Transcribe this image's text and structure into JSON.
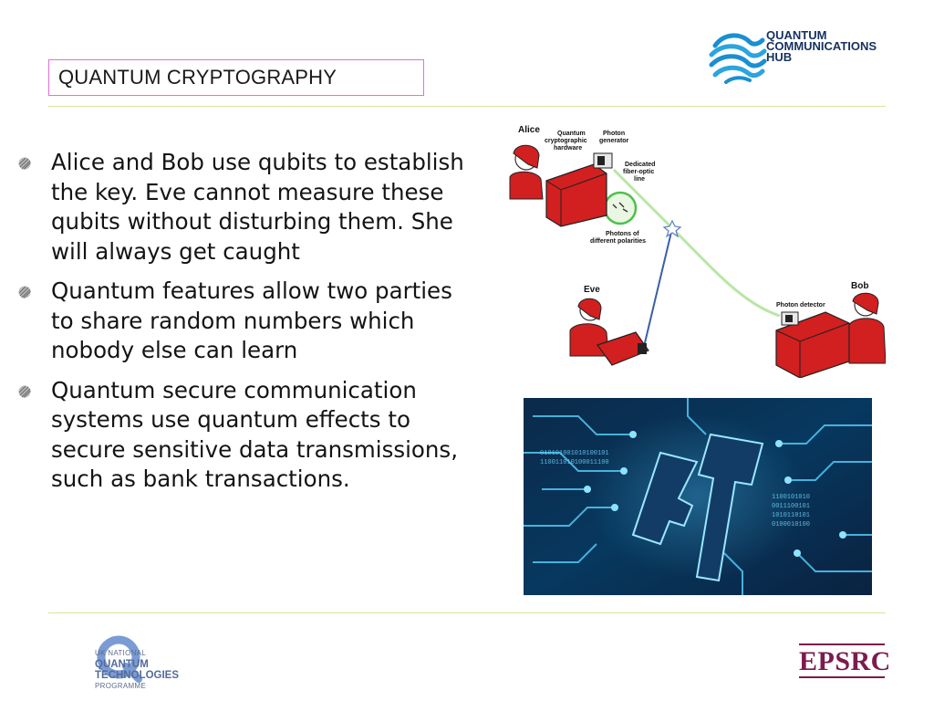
{
  "slide": {
    "title": "QUANTUM CRYPTOGRAPHY",
    "bullets": [
      "Alice and Bob use qubits to establish the key. Eve cannot measure these qubits without disturbing them. She will always get caught",
      "Quantum features allow two parties to share random numbers which nobody else can learn",
      "Quantum secure communication systems use quantum effects to secure sensitive data transmissions, such as bank transactions."
    ]
  },
  "header_logo": {
    "lines": [
      "QUANTUM",
      "COMMUNICATIONS",
      "HUB"
    ]
  },
  "diagram": {
    "labels": {
      "alice": "Alice",
      "hardware": "Quantum cryptographic hardware",
      "hardware_l1": "Quantum",
      "hardware_l2": "cryptographic",
      "hardware_l3": "hardware",
      "generator_l1": "Photon",
      "generator_l2": "generator",
      "fiber_l1": "Dedicated",
      "fiber_l2": "fiber-optic",
      "fiber_l3": "line",
      "photons_l1": "Photons of",
      "photons_l2": "different polarities",
      "eve": "Eve",
      "bob": "Bob",
      "detector": "Photon detector"
    }
  },
  "footer": {
    "nqt_lines": [
      "UK NATIONAL",
      "QUANTUM",
      "TECHNOLOGIES",
      "PROGRAMME"
    ],
    "epsrc": "EPSRC"
  },
  "colors": {
    "title_border": "#e36fd7",
    "rule": "#d9e49b",
    "hub_blue": "#16315f",
    "epsrc": "#7c1b4e",
    "diagram_red": "#d21f1f"
  }
}
